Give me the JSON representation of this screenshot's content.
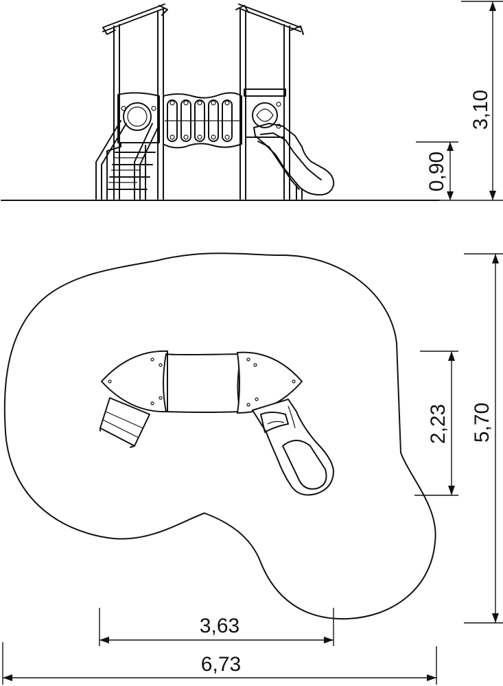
{
  "elevation": {
    "total_height": "3,10",
    "platform_height": "0,90"
  },
  "plan": {
    "depth_total": "5,70",
    "depth_structure": "2,23",
    "width_structure": "3,63",
    "width_total": "6,73"
  },
  "colors": {
    "line": "#111111",
    "background": "#ffffff"
  }
}
